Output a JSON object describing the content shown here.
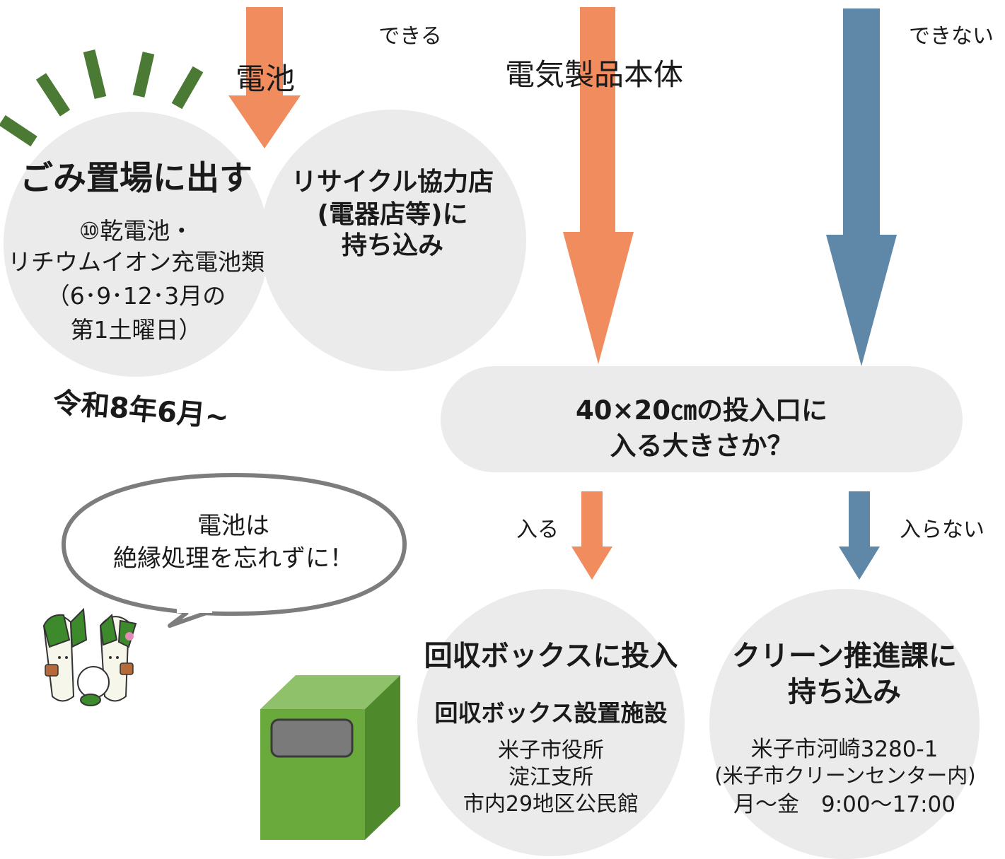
{
  "top": {
    "can_label": "できる",
    "cannot_label": "できない",
    "battery_label": "電池",
    "appliance_label": "電気製品本体"
  },
  "garbage": {
    "title": "ごみ置場に出す",
    "line1": "⑩乾電池・",
    "line2": "リチウムイオン充電池類",
    "line3": "（6･9･12･3月の",
    "line4": "第1土曜日）",
    "start_date": "令和8年6月~"
  },
  "recycle_store": {
    "line1": "リサイクル協力店",
    "line2": "(電器店等)に",
    "line3": "持ち込み"
  },
  "question": {
    "line1": "40×20㎝の投入口に",
    "line2": "入る大きさか？"
  },
  "fits_label": "入る",
  "not_fits_label": "入らない",
  "speech": {
    "line1": "電池は",
    "line2": "絶縁処理を忘れずに！"
  },
  "collection_box": {
    "title": "回収ボックスに投入",
    "subtitle": "回収ボックス設置施設",
    "loc1": "米子市役所",
    "loc2": "淀江支所",
    "loc3": "市内29地区公民館"
  },
  "clean_div": {
    "title1": "クリーン推進課に",
    "title2": "持ち込み",
    "addr": "米子市河崎3280-1",
    "note": "(米子市クリーンセンター内)",
    "hours": "月～金　9:00～17:00"
  },
  "colors": {
    "orange_arrow": "#f08c5e",
    "blue_arrow": "#5f87a8",
    "bubble_gray": "#ebebeb",
    "ray_green": "#4a7a34",
    "box_green": "#6aaa3c"
  }
}
